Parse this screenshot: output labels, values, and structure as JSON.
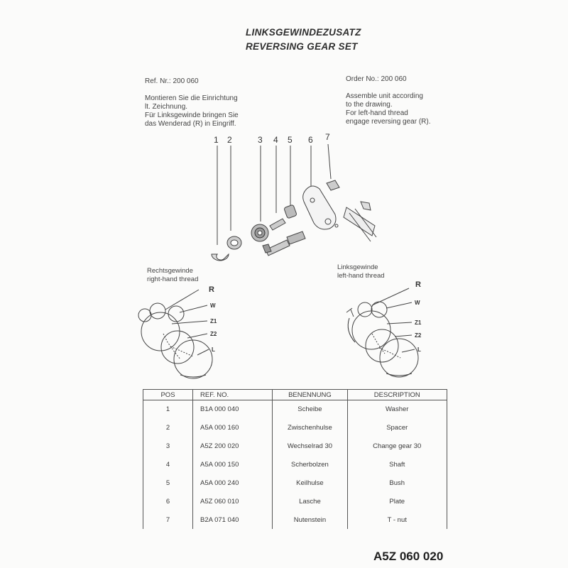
{
  "header": {
    "title_de": "LINKSGEWINDEZUSATZ",
    "title_en": "REVERSING GEAR SET"
  },
  "left_text": {
    "ref": "Ref. Nr.: 200 060",
    "line1": "Montieren Sie die Einrichtung",
    "line2": "lt. Zeichnung.",
    "line3": "Für Linksgewinde bringen Sie",
    "line4": "das Wenderad (R) in Eingriff."
  },
  "right_text": {
    "order": "Order No.: 200 060",
    "line1": "Assemble unit according",
    "line2": "to the  drawing.",
    "line3": "For left-hand thread",
    "line4": "engage reversing gear (R)."
  },
  "callouts": [
    "1",
    "2",
    "3",
    "4",
    "5",
    "6",
    "7"
  ],
  "diagram_left": {
    "caption_de": "Rechtsgewinde",
    "caption_en": "right-hand thread",
    "labels": {
      "r": "R",
      "w": "W",
      "z1": "Z1",
      "z2": "Z2",
      "l": "L"
    }
  },
  "diagram_right": {
    "caption_de": "Linksgewinde",
    "caption_en": "left-hand thread",
    "labels": {
      "r": "R",
      "w": "W",
      "z1": "Z1",
      "z2": "Z2",
      "l": "L"
    }
  },
  "table": {
    "headers": {
      "pos": "POS",
      "ref": "REF. NO.",
      "ben": "BENENNUNG",
      "desc": "DESCRIPTION"
    },
    "rows": [
      {
        "pos": "1",
        "ref": "B1A 000 040",
        "ben": "Scheibe",
        "desc": "Washer"
      },
      {
        "pos": "2",
        "ref": "A5A 000 160",
        "ben": "Zwischenhulse",
        "desc": "Spacer"
      },
      {
        "pos": "3",
        "ref": "A5Z 200 020",
        "ben": "Wechselrad 30",
        "desc": "Change gear 30"
      },
      {
        "pos": "4",
        "ref": "A5A 000 150",
        "ben": "Scherbolzen",
        "desc": "Shaft"
      },
      {
        "pos": "5",
        "ref": "A5A 000 240",
        "ben": "Keilhulse",
        "desc": "Bush"
      },
      {
        "pos": "6",
        "ref": "A5Z 060 010",
        "ben": "Lasche",
        "desc": "Plate"
      },
      {
        "pos": "7",
        "ref": "B2A 071 040",
        "ben": "Nutenstein",
        "desc": "T - nut"
      }
    ]
  },
  "footer": {
    "doc_number": "A5Z 060 020"
  }
}
